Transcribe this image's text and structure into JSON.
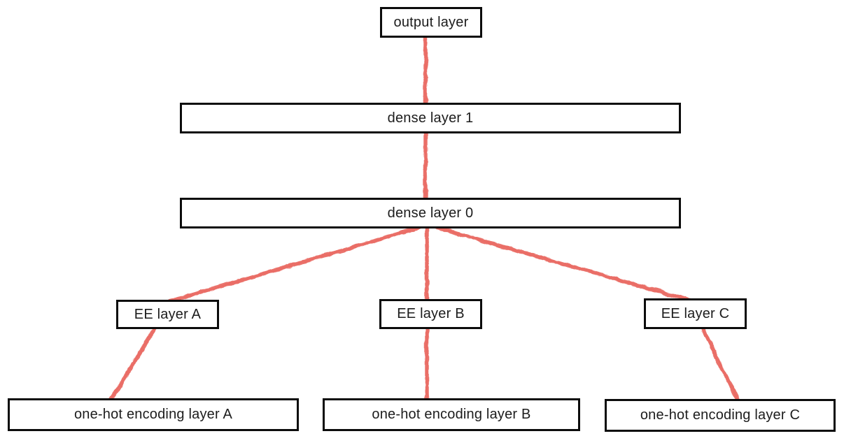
{
  "diagram": {
    "type": "network-architecture",
    "edge_color": "#e8675f",
    "box_border_color": "#0c0c0c",
    "box_fill_color": "#ffffff",
    "text_color": "#1c1c1c",
    "nodes": [
      {
        "id": "output-layer",
        "label": "output layer"
      },
      {
        "id": "dense-layer-1",
        "label": "dense layer 1"
      },
      {
        "id": "dense-layer-0",
        "label": "dense layer 0"
      },
      {
        "id": "ee-layer-a",
        "label": "EE layer A"
      },
      {
        "id": "ee-layer-b",
        "label": "EE layer B"
      },
      {
        "id": "ee-layer-c",
        "label": "EE layer C"
      },
      {
        "id": "onehot-a",
        "label": "one-hot encoding layer A"
      },
      {
        "id": "onehot-b",
        "label": "one-hot encoding layer B"
      },
      {
        "id": "onehot-c",
        "label": "one-hot encoding layer C"
      }
    ],
    "edges": [
      {
        "from": "dense-layer-1",
        "to": "output-layer"
      },
      {
        "from": "dense-layer-0",
        "to": "dense-layer-1"
      },
      {
        "from": "ee-layer-a",
        "to": "dense-layer-0"
      },
      {
        "from": "ee-layer-b",
        "to": "dense-layer-0"
      },
      {
        "from": "ee-layer-c",
        "to": "dense-layer-0"
      },
      {
        "from": "onehot-a",
        "to": "ee-layer-a"
      },
      {
        "from": "onehot-b",
        "to": "ee-layer-b"
      },
      {
        "from": "onehot-c",
        "to": "ee-layer-c"
      }
    ]
  }
}
